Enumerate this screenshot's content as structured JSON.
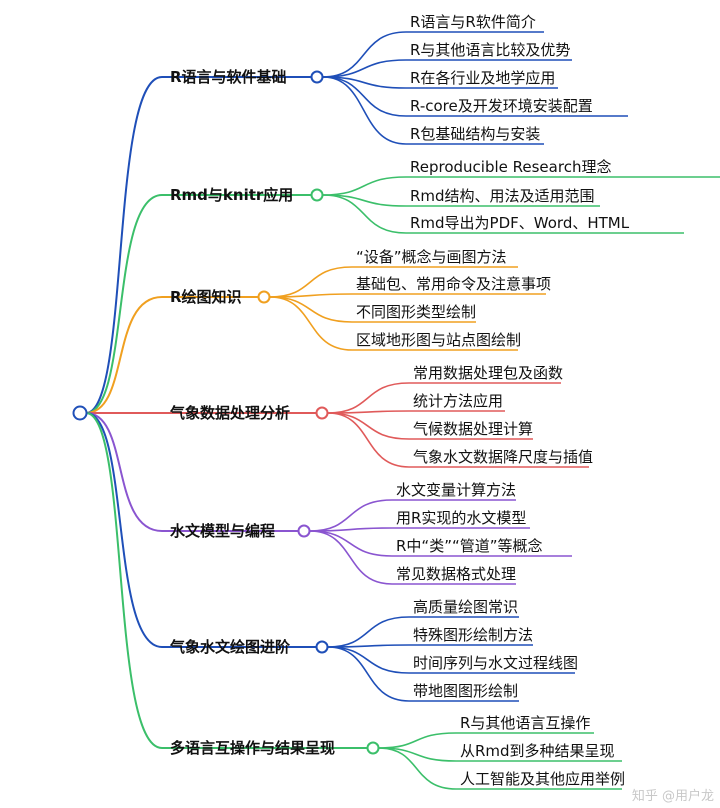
{
  "root": {
    "label": ""
  },
  "branches": [
    {
      "label": "R语言与软件基础",
      "color": "#1f4fb8",
      "children": [
        "R语言与R软件简介",
        "R与其他语言比较及优势",
        "R在各行业及地学应用",
        "R-core及开发环境安装配置",
        "R包基础结构与安装"
      ]
    },
    {
      "label": "Rmd与knitr应用",
      "color": "#3bbf6a",
      "children": [
        "Reproducible Research理念",
        "Rmd结构、用法及适用范围",
        "Rmd导出为PDF、Word、HTML"
      ]
    },
    {
      "label": "R绘图知识",
      "color": "#f0a020",
      "children": [
        "“设备”概念与画图方法",
        "基础包、常用命令及注意事项",
        "不同图形类型绘制",
        "区域地形图与站点图绘制"
      ]
    },
    {
      "label": "气象数据处理分析",
      "color": "#e05a5a",
      "children": [
        "常用数据处理包及函数",
        "统计方法应用",
        "气候数据处理计算",
        "气象水文数据降尺度与插值"
      ]
    },
    {
      "label": "水文模型与编程",
      "color": "#8a55d0",
      "children": [
        "水文变量计算方法",
        "用R实现的水文模型",
        "R中“类”“管道”等概念",
        "常见数据格式处理"
      ]
    },
    {
      "label": "气象水文绘图进阶",
      "color": "#1f4fb8",
      "children": [
        "高质量绘图常识",
        "特殊图形绘制方法",
        "时间序列与水文过程线图",
        "带地图图形绘制"
      ]
    },
    {
      "label": "多语言互操作与结果呈现",
      "color": "#3bbf6a",
      "children": [
        "R与其他语言互操作",
        "从Rmd到多种结果呈现",
        "人工智能及其他应用举例"
      ]
    }
  ],
  "watermark": "知乎 @用户龙"
}
